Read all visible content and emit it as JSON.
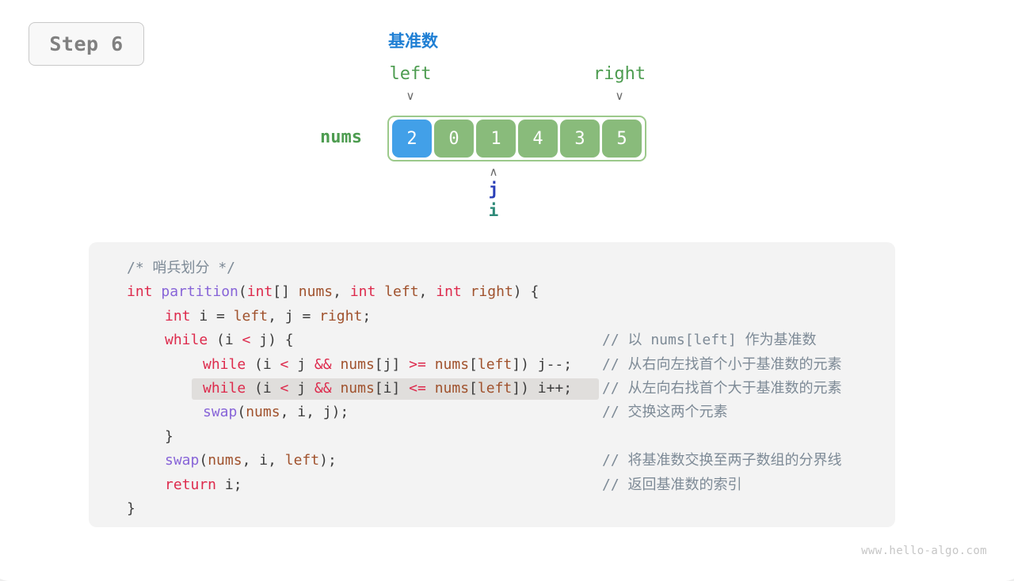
{
  "step_badge": {
    "label": "Step 6"
  },
  "diagram": {
    "pivot_label": "基准数",
    "left_label": "left",
    "right_label": "right",
    "array_name": "nums",
    "marker_glyph": "∨",
    "caret_glyph": "∧",
    "cells": [
      {
        "value": "2",
        "state": "pivot"
      },
      {
        "value": "0",
        "state": "normal"
      },
      {
        "value": "1",
        "state": "normal"
      },
      {
        "value": "4",
        "state": "normal"
      },
      {
        "value": "3",
        "state": "normal"
      },
      {
        "value": "5",
        "state": "normal"
      }
    ],
    "pointers": {
      "j_label": "j",
      "i_label": "i",
      "index": 2
    },
    "colors": {
      "pivot_cell": "#42a0e8",
      "normal_cell": "#89bb7b",
      "array_border": "#9cc98b",
      "pivot_text": "#1f7fd4",
      "bound_text": "#4d9c50",
      "j_text": "#2a3fb8",
      "i_text": "#2e8a78"
    }
  },
  "code": {
    "language": "java",
    "lines": [
      {
        "indent": 0,
        "tokens": [
          {
            "t": "/* 哨兵划分 */",
            "c": "cmt"
          }
        ],
        "comment": "",
        "highlight": false
      },
      {
        "indent": 0,
        "tokens": [
          {
            "t": "int",
            "c": "kw"
          },
          {
            "t": " ",
            "c": "plain"
          },
          {
            "t": "partition",
            "c": "fn"
          },
          {
            "t": "(",
            "c": "punc"
          },
          {
            "t": "int",
            "c": "kw"
          },
          {
            "t": "[] ",
            "c": "punc"
          },
          {
            "t": "nums",
            "c": "var"
          },
          {
            "t": ", ",
            "c": "punc"
          },
          {
            "t": "int",
            "c": "kw"
          },
          {
            "t": " ",
            "c": "plain"
          },
          {
            "t": "left",
            "c": "var"
          },
          {
            "t": ", ",
            "c": "punc"
          },
          {
            "t": "int",
            "c": "kw"
          },
          {
            "t": " ",
            "c": "plain"
          },
          {
            "t": "right",
            "c": "var"
          },
          {
            "t": ") {",
            "c": "punc"
          }
        ],
        "comment": "",
        "highlight": false
      },
      {
        "indent": 1,
        "tokens": [
          {
            "t": "int",
            "c": "kw"
          },
          {
            "t": " i ",
            "c": "plain"
          },
          {
            "t": "=",
            "c": "punc"
          },
          {
            "t": " ",
            "c": "plain"
          },
          {
            "t": "left",
            "c": "var"
          },
          {
            "t": ", j ",
            "c": "plain"
          },
          {
            "t": "=",
            "c": "punc"
          },
          {
            "t": " ",
            "c": "plain"
          },
          {
            "t": "right",
            "c": "var"
          },
          {
            "t": ";",
            "c": "punc"
          }
        ],
        "comment": "",
        "highlight": false
      },
      {
        "indent": 1,
        "tokens": [
          {
            "t": "while",
            "c": "kw"
          },
          {
            "t": " (i ",
            "c": "plain"
          },
          {
            "t": "<",
            "c": "op"
          },
          {
            "t": " j) {",
            "c": "plain"
          }
        ],
        "comment": "// 以 nums[left] 作为基准数",
        "highlight": false
      },
      {
        "indent": 2,
        "tokens": [
          {
            "t": "while",
            "c": "kw"
          },
          {
            "t": " (i ",
            "c": "plain"
          },
          {
            "t": "<",
            "c": "op"
          },
          {
            "t": " j ",
            "c": "plain"
          },
          {
            "t": "&&",
            "c": "op"
          },
          {
            "t": " ",
            "c": "plain"
          },
          {
            "t": "nums",
            "c": "var"
          },
          {
            "t": "[j] ",
            "c": "plain"
          },
          {
            "t": ">=",
            "c": "op"
          },
          {
            "t": " ",
            "c": "plain"
          },
          {
            "t": "nums",
            "c": "var"
          },
          {
            "t": "[",
            "c": "plain"
          },
          {
            "t": "left",
            "c": "var"
          },
          {
            "t": "]) j--;",
            "c": "plain"
          }
        ],
        "comment": "// 从右向左找首个小于基准数的元素",
        "highlight": false
      },
      {
        "indent": 2,
        "tokens": [
          {
            "t": "while",
            "c": "kw"
          },
          {
            "t": " (i ",
            "c": "plain"
          },
          {
            "t": "<",
            "c": "op"
          },
          {
            "t": " j ",
            "c": "plain"
          },
          {
            "t": "&&",
            "c": "op"
          },
          {
            "t": " ",
            "c": "plain"
          },
          {
            "t": "nums",
            "c": "var"
          },
          {
            "t": "[i] ",
            "c": "plain"
          },
          {
            "t": "<=",
            "c": "op"
          },
          {
            "t": " ",
            "c": "plain"
          },
          {
            "t": "nums",
            "c": "var"
          },
          {
            "t": "[",
            "c": "plain"
          },
          {
            "t": "left",
            "c": "var"
          },
          {
            "t": "]) i++;",
            "c": "plain"
          }
        ],
        "comment": "// 从左向右找首个大于基准数的元素",
        "highlight": true
      },
      {
        "indent": 2,
        "tokens": [
          {
            "t": "swap",
            "c": "fn"
          },
          {
            "t": "(",
            "c": "punc"
          },
          {
            "t": "nums",
            "c": "var"
          },
          {
            "t": ", i, j);",
            "c": "plain"
          }
        ],
        "comment": "// 交换这两个元素",
        "highlight": false
      },
      {
        "indent": 1,
        "tokens": [
          {
            "t": "}",
            "c": "punc"
          }
        ],
        "comment": "",
        "highlight": false
      },
      {
        "indent": 1,
        "tokens": [
          {
            "t": "swap",
            "c": "fn"
          },
          {
            "t": "(",
            "c": "punc"
          },
          {
            "t": "nums",
            "c": "var"
          },
          {
            "t": ", i, ",
            "c": "plain"
          },
          {
            "t": "left",
            "c": "var"
          },
          {
            "t": ");",
            "c": "plain"
          }
        ],
        "comment": "// 将基准数交换至两子数组的分界线",
        "highlight": false
      },
      {
        "indent": 1,
        "tokens": [
          {
            "t": "return",
            "c": "kw"
          },
          {
            "t": " i;",
            "c": "plain"
          }
        ],
        "comment": "// 返回基准数的索引",
        "highlight": false
      },
      {
        "indent": 0,
        "tokens": [
          {
            "t": "}",
            "c": "punc"
          }
        ],
        "comment": "",
        "highlight": false
      }
    ]
  },
  "watermark": {
    "text": "www.hello-algo.com"
  }
}
